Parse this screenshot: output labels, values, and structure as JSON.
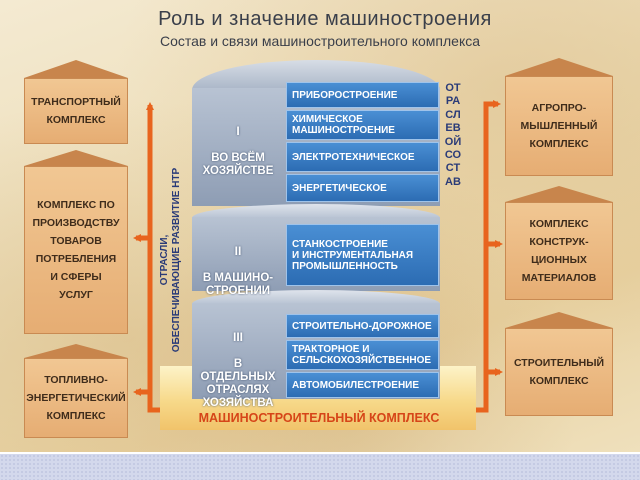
{
  "title": "Роль и значение машиностроения",
  "subtitle": "Состав и связи машиностроительного комплекса",
  "left_boxes": [
    {
      "label": "ТРАНСПОРТНЫЙ\nКОМПЛЕКС"
    },
    {
      "label": "КОМПЛЕКС ПО\nПРОИЗВОДСТВУ\nТОВАРОВ\nПОТРЕБЛЕНИЯ\nИ СФЕРЫ\nУСЛУГ"
    },
    {
      "label": "ТОПЛИВНО-\nЭНЕРГЕТИЧЕСКИЙ\nКОМПЛЕКС"
    }
  ],
  "right_boxes": [
    {
      "label": "АГРОПРО-\nМЫШЛЕННЫЙ\nКОМПЛЕКС"
    },
    {
      "label": "КОМПЛЕКС\nКОНСТРУК-\nЦИОННЫХ\nМАТЕРИАЛОВ"
    },
    {
      "label": "СТРОИТЕЛЬНЫЙ\nКОМПЛЕКС"
    }
  ],
  "groups": [
    {
      "numeral": "I",
      "label": "ВО ВСЁМ\nХОЗЯЙСТВЕ"
    },
    {
      "numeral": "II",
      "label": "В МАШИНО-\nСТРОЕНИИ"
    },
    {
      "numeral": "III",
      "label": "В ОТДЕЛЬНЫХ\nОТРАСЛЯХ\nХОЗЯЙСТВА"
    }
  ],
  "branches": [
    "ПРИБОРОСТРОЕНИЕ",
    "ХИМИЧЕСКОЕ\nМАШИНОСТРОЕНИЕ",
    "ЭЛЕКТРОТЕХНИЧЕСКОЕ",
    "ЭНЕРГЕТИЧЕСКОЕ",
    "СТАНКОСТРОЕНИЕ\nИ ИНСТРУМЕНТАЛЬНАЯ\nПРОМЫШЛЕННОСТЬ",
    "СТРОИТЕЛЬНО-ДОРОЖНОЕ",
    "ТРАКТОРНОЕ И\nСЕЛЬСКОХОЗЯЙСТВЕННОЕ",
    "АВТОМОБИЛЕСТРОЕНИЕ"
  ],
  "vertical_left": "ОТРАСЛИ,\nОБЕСПЕЧИВАЮЩИЕ РАЗВИТИЕ НТР",
  "vertical_right": "ОТРАСЛЕВОЙ СОСТАВ",
  "base_label": "МАШИНОСТРОИТЕЛЬНЫЙ КОМПЛЕКС",
  "colors": {
    "arrow": "#e8641e",
    "blue_box": "#2c6cb3",
    "side_box": "#e6ad73",
    "base_text": "#d64518"
  }
}
